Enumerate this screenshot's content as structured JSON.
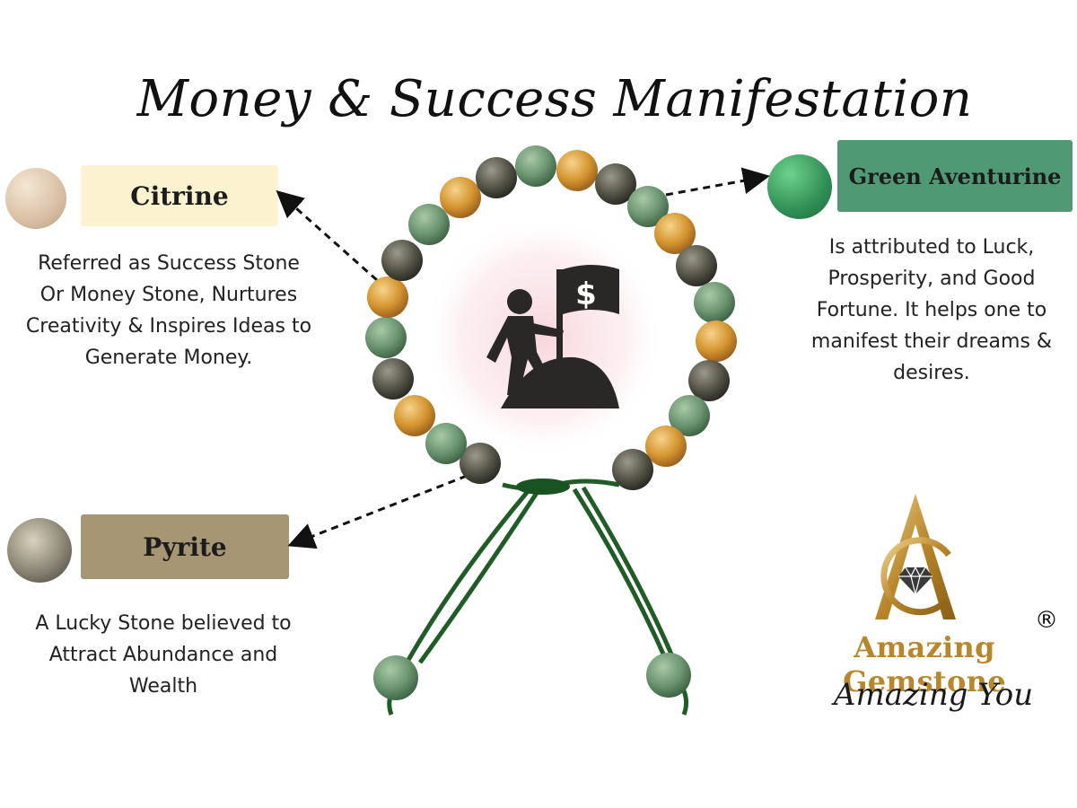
{
  "title": "Money & Success Manifestation",
  "stones": {
    "citrine": {
      "name": "Citrine",
      "description": [
        "Referred as Success Stone",
        "Or Money Stone, Nurtures",
        "Creativity & Inspires Ideas to",
        "Generate Money."
      ],
      "color": "#e2cdb4",
      "box_color": "#fbf2cf"
    },
    "aventurine": {
      "name": "Green Aventurine",
      "description": [
        "Is attributed to Luck,",
        "Prosperity, and Good",
        "Fortune. It helps one to",
        "manifest their dreams &",
        "desires."
      ],
      "color": "#2f8f54",
      "box_color": "#4f9a74"
    },
    "pyrite": {
      "name": "Pyrite",
      "description": [
        "A Lucky Stone believed to",
        "Attract Abundance and",
        "Wealth"
      ],
      "color": "#6d6a60",
      "box_color": "#a79674"
    }
  },
  "center_icon": "person-climbing-with-dollar-flag-icon",
  "brand": {
    "name": "Amazing Gemstone",
    "tagline": "Amazing You",
    "registered": "®",
    "logo_icon": "diamond-triangle-logo-icon",
    "gold": "#b8862b"
  }
}
